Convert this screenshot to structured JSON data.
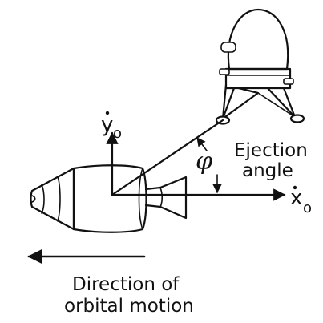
{
  "axes": {
    "y_symbol": "y",
    "y_subscript": "o",
    "x_symbol": "x",
    "x_subscript": "o"
  },
  "angle": {
    "symbol": "φ",
    "label_line1": "Ejection",
    "label_line2": "angle"
  },
  "motion": {
    "label_line1": "Direction of",
    "label_line2": "orbital motion"
  }
}
